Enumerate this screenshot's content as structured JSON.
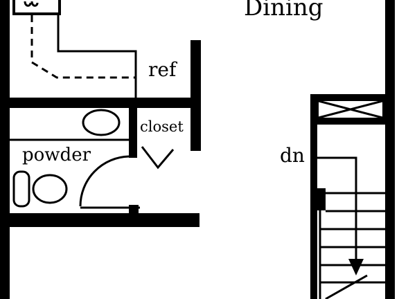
{
  "labels": {
    "dining": "Dining",
    "ref": "ref",
    "closet": "closet",
    "powder": "powder",
    "down": "dn"
  },
  "colors": {
    "ink": "#000000",
    "paper": "#ffffff"
  }
}
